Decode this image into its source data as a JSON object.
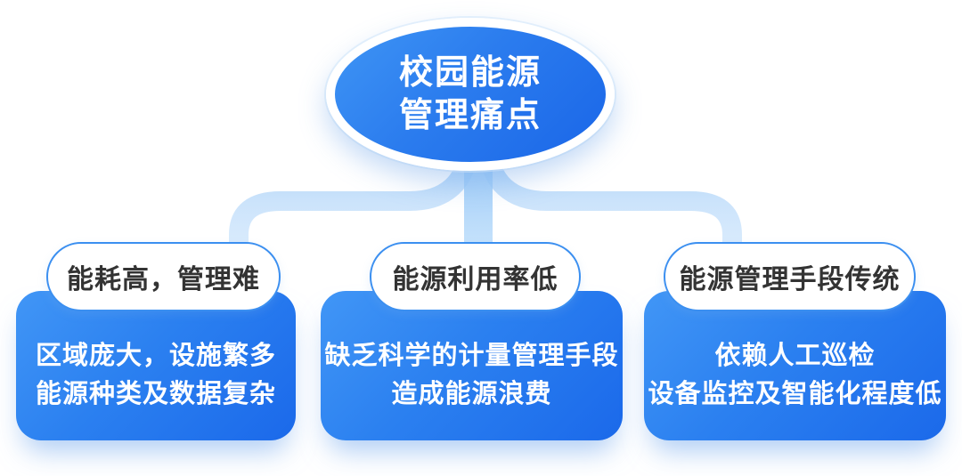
{
  "root": {
    "title_lines": [
      "校园能源",
      "管理痛点"
    ]
  },
  "branches": [
    {
      "header": "能耗高，管理难",
      "lines": [
        "区域庞大，设施繁多",
        "能源种类及数据复杂"
      ]
    },
    {
      "header": "能源利用率低",
      "lines": [
        "缺乏科学的计量管理手段",
        "造成能源浪费"
      ]
    },
    {
      "header": "能源管理手段传统",
      "lines": [
        "依赖人工巡检",
        "设备监控及智能化程度低"
      ]
    }
  ],
  "colors": {
    "node_gradient_start": "#3f95f5",
    "node_gradient_end": "#1a66e8",
    "card_gradient_start": "#4196f6",
    "card_gradient_end": "#1b69ea",
    "pill_border": "#3b8ff0",
    "pill_background": "#ffffff",
    "pill_text": "#333333",
    "card_text": "#ffffff",
    "connector_strong": "#9ac9f6",
    "connector_light": "#cfe6fc",
    "background": "#ffffff"
  }
}
